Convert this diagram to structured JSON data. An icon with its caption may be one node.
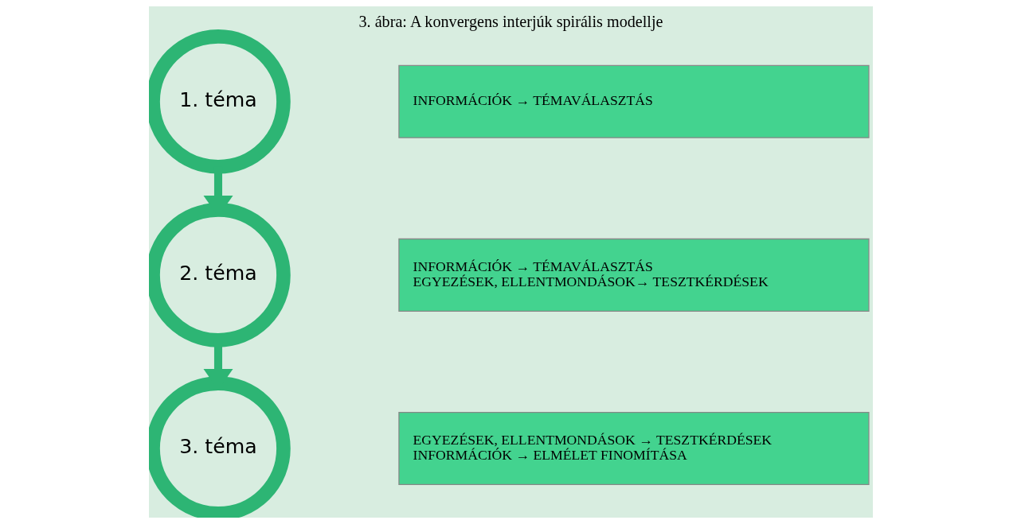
{
  "diagram": {
    "title": "3. ábra: A konvergens interjúk spirális modellje",
    "nodes": [
      {
        "text": [
          "1. téma"
        ]
      },
      {
        "text": [
          "INFORMÁCIÓK → TÉMAVÁLASZTÁS"
        ]
      },
      {
        "text": [
          "2. téma"
        ]
      },
      {
        "text": [
          "INFORMÁCIÓK → TÉMAVÁLASZTÁS",
          "EGYEZÉSEK, ELLENTMONDÁSOK→ TESZTKÉRDÉSEK"
        ]
      },
      {
        "text": [
          "3. téma"
        ]
      },
      {
        "text": [
          "EGYEZÉSEK, ELLENTMONDÁSOK → TESZTKÉRDÉSEK",
          "INFORMÁCIÓK → ELMÉLET FINOMÍTÁSA"
        ]
      }
    ],
    "edges": [
      {
        "from": 0,
        "to": 2,
        "arrow": "to"
      },
      {
        "from": 2,
        "to": 4,
        "arrow": "to"
      }
    ]
  }
}
